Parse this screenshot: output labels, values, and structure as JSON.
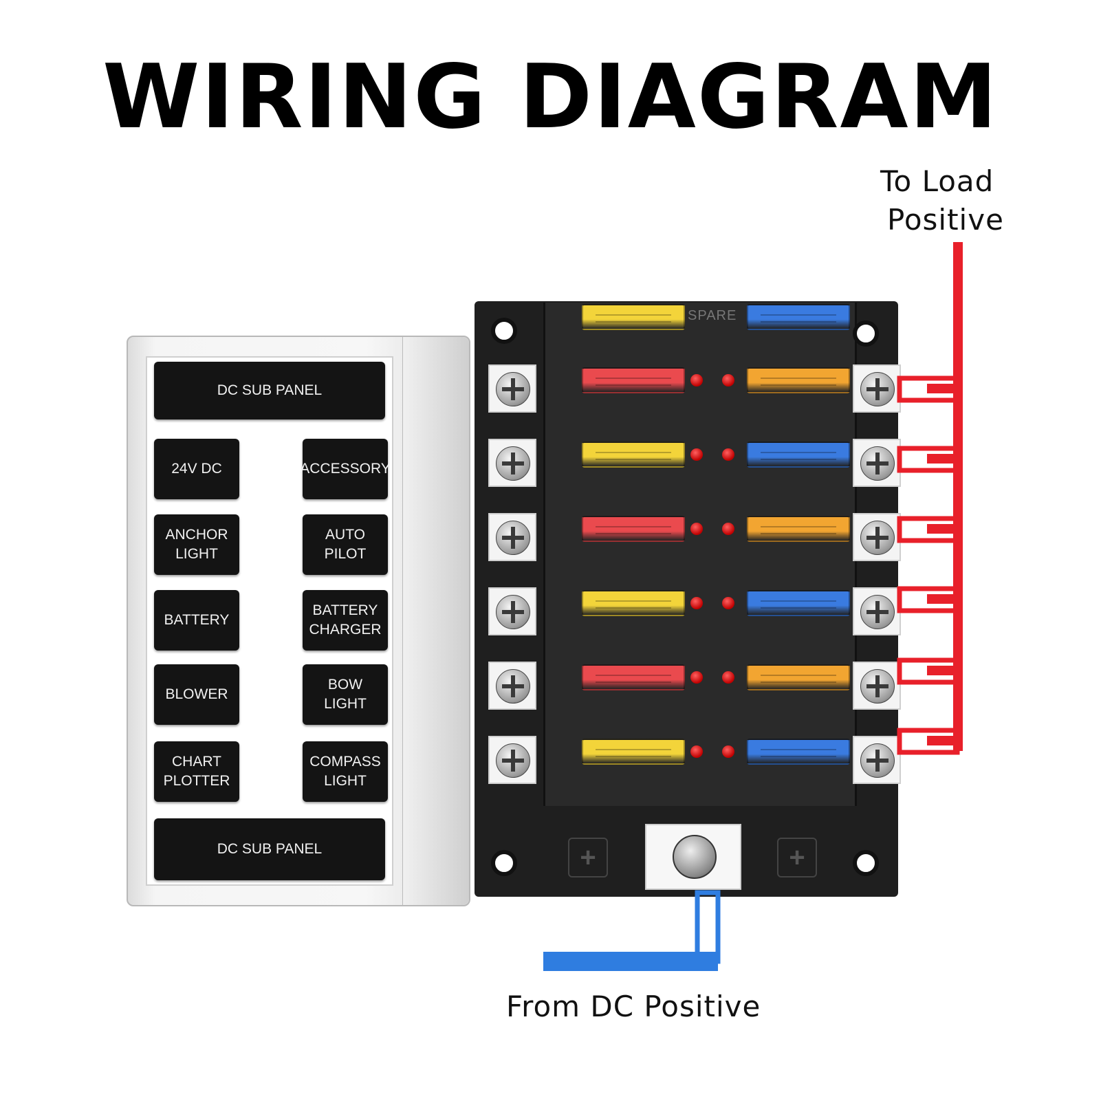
{
  "title": "WIRING DIAGRAM",
  "labels": {
    "load_line1": "To Load",
    "load_line2": "Positive",
    "dc_positive": "From DC Positive",
    "spare": "SPARE"
  },
  "cover": {
    "header": "DC SUB PANEL",
    "footer": "DC SUB PANEL",
    "left_tags": [
      "24V DC",
      "ANCHOR\nLIGHT",
      "BATTERY",
      "BLOWER",
      "CHART\nPLOTTER"
    ],
    "right_tags": [
      "ACCESSORY",
      "AUTO\nPILOT",
      "BATTERY\nCHARGER",
      "BOW\nLIGHT",
      "COMPASS\nLIGHT"
    ]
  },
  "colors": {
    "load_wire": "#e8202a",
    "dc_wire": "#2f7de0",
    "fuse_yellow": "#f3d43a",
    "fuse_red": "#ea4a4e",
    "fuse_orange": "#f2a531",
    "fuse_blue": "#3a7be0",
    "block": "#1f1f1f"
  },
  "fuses": {
    "left_column": [
      "yellow",
      "red",
      "yellow",
      "red",
      "yellow",
      "red",
      "yellow"
    ],
    "right_column": [
      "blue",
      "orange",
      "blue",
      "orange",
      "blue",
      "orange",
      "blue"
    ]
  }
}
